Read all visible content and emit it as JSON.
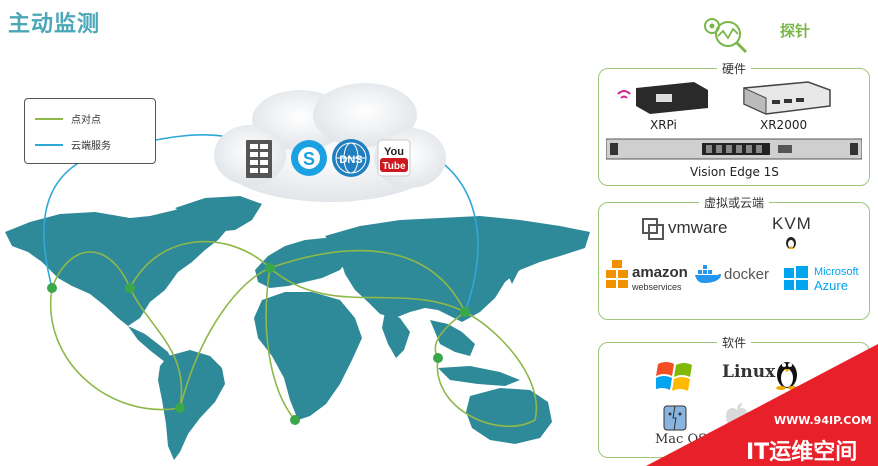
{
  "title": "主动监测",
  "legend": {
    "items": [
      {
        "label": "点对点",
        "color": "#8fb84a"
      },
      {
        "label": "云端服务",
        "color": "#2fa8d8"
      }
    ]
  },
  "cloud": {
    "services": [
      "server-icon",
      "skype-icon",
      "dns-icon",
      "youtube-icon"
    ],
    "dns_text": "DNS",
    "youtube_top": "You",
    "youtube_bottom": "Tube"
  },
  "probe": {
    "label": "探针"
  },
  "hardware": {
    "title": "硬件",
    "devices": [
      "XRPi",
      "XR2000",
      "Vision Edge 1S"
    ]
  },
  "virtual": {
    "title": "虚拟或云端",
    "vmware": "vmware",
    "kvm": "KVM",
    "amazon_1": "amazon",
    "amazon_2": "webservices",
    "docker": "docker",
    "azure_1": "Microsoft",
    "azure_2": "Azure"
  },
  "software": {
    "title": "软件",
    "linux": "Linux",
    "mac": "Mac OS"
  },
  "watermark": {
    "url": "WWW.94IP.COM",
    "name": "IT运维空间"
  },
  "colors": {
    "map": "#2e8a98",
    "p2p": "#8fb84a",
    "cloud_line": "#2fa8d8",
    "node": "#3aa84a",
    "panel_border": "#9ec77a",
    "watermark_red": "#e8202a"
  }
}
